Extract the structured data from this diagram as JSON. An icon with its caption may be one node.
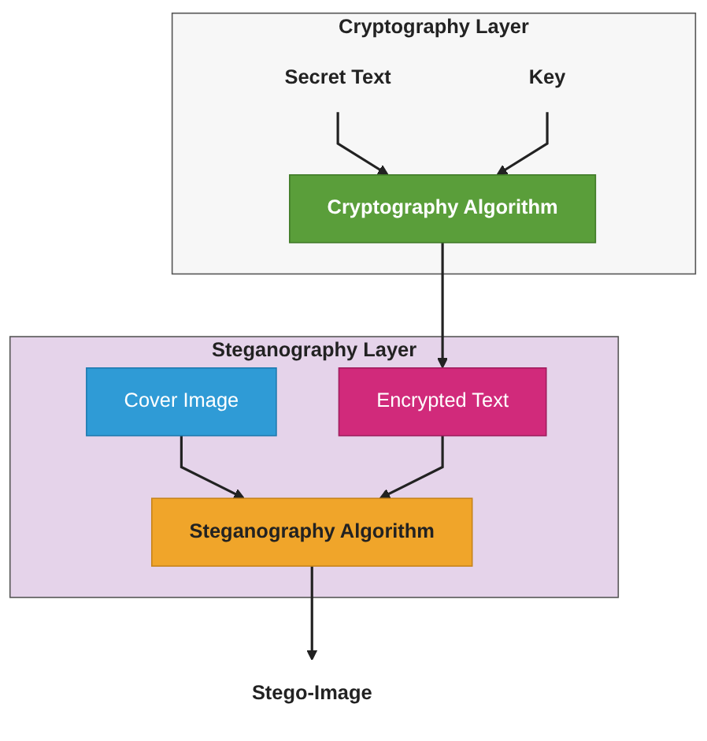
{
  "diagram": {
    "nodes": [
      {
        "text": [
          "Cryptography Layer"
        ]
      },
      {
        "text": [
          "Secret Text"
        ],
        "in": 0
      },
      {
        "text": [
          "Key"
        ],
        "in": 0
      },
      {
        "text": [
          "Cryptography Algorithm"
        ],
        "in": 0
      },
      {
        "text": [
          "Steganography Layer"
        ]
      },
      {
        "text": [
          "Cover Image"
        ],
        "in": 4
      },
      {
        "text": [
          "Encrypted Text"
        ],
        "in": 4
      },
      {
        "text": [
          "Steganography Algorithm"
        ],
        "in": 4
      },
      {
        "text": [
          "Stego-Image"
        ]
      }
    ],
    "edges": [
      {
        "from": 1,
        "to": 3,
        "arrow": "to"
      },
      {
        "from": 2,
        "to": 3,
        "arrow": "to"
      },
      {
        "from": 3,
        "to": 6,
        "arrow": "to"
      },
      {
        "from": 5,
        "to": 7,
        "arrow": "to"
      },
      {
        "from": 6,
        "to": 7,
        "arrow": "to"
      },
      {
        "from": 7,
        "to": 8,
        "arrow": "to"
      }
    ]
  }
}
